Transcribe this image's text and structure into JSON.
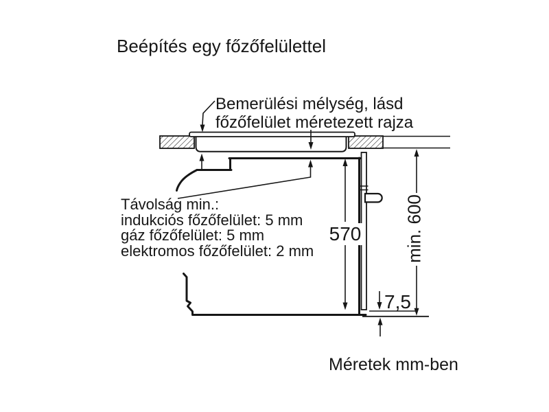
{
  "title": "Beépítés egy főzőfelülettel",
  "callouts": {
    "immersion_note": {
      "lines": [
        "Bemerülési mélység, lásd",
        "főzőfelület méretezett rajza"
      ]
    },
    "distance_note": {
      "lines": [
        "Távolság min.:",
        "indukciós főzőfelület: 5 mm",
        "gáz főzőfelület: 5 mm",
        "elektromos főzőfelület: 2 mm"
      ]
    }
  },
  "dimensions": {
    "oven_height": "570",
    "min_installation_height": "min. 600",
    "bottom_clearance": "7,5"
  },
  "footer_note": "Méretek mm-ben",
  "colors": {
    "line": "#161616",
    "background": "#ffffff"
  }
}
